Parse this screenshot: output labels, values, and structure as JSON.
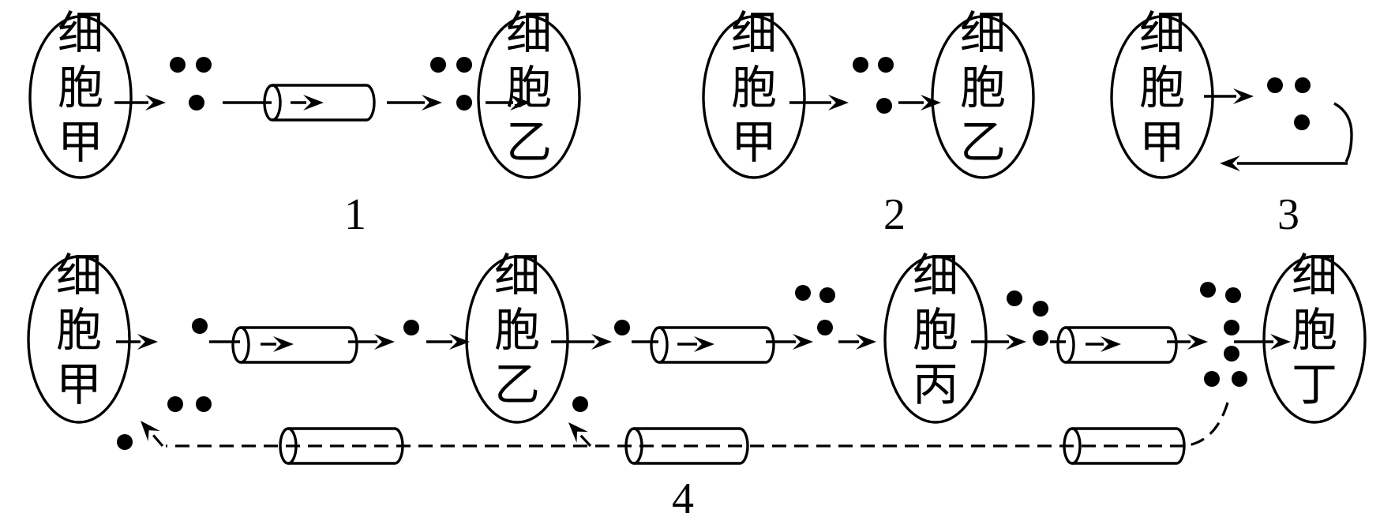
{
  "diagram": {
    "panels": [
      {
        "label": "1",
        "cells": [
          {
            "name": "细胞甲",
            "chars": [
              "细",
              "胞",
              "甲"
            ]
          },
          {
            "name": "细胞乙",
            "chars": [
              "细",
              "胞",
              "乙"
            ]
          }
        ]
      },
      {
        "label": "2",
        "cells": [
          {
            "name": "细胞甲",
            "chars": [
              "细",
              "胞",
              "甲"
            ]
          },
          {
            "name": "细胞乙",
            "chars": [
              "细",
              "胞",
              "乙"
            ]
          }
        ]
      },
      {
        "label": "3",
        "cells": [
          {
            "name": "细胞甲",
            "chars": [
              "细",
              "胞",
              "甲"
            ]
          }
        ]
      },
      {
        "label": "4",
        "cells": [
          {
            "name": "细胞甲",
            "chars": [
              "细",
              "胞",
              "甲"
            ]
          },
          {
            "name": "细胞乙",
            "chars": [
              "细",
              "胞",
              "乙"
            ]
          },
          {
            "name": "细胞丙",
            "chars": [
              "细",
              "胞",
              "丙"
            ]
          },
          {
            "name": "细胞丁",
            "chars": [
              "细",
              "胞",
              "丁"
            ]
          }
        ]
      }
    ]
  }
}
